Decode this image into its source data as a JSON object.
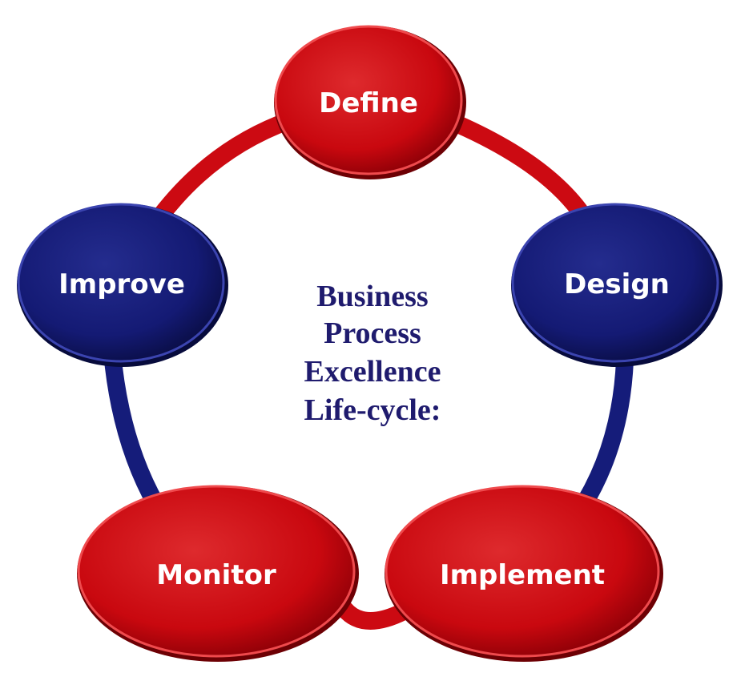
{
  "diagram": {
    "title_lines": [
      "Business",
      "Process",
      "Excellence",
      "Life-cycle:"
    ],
    "nodes": [
      {
        "id": "define",
        "label": "Define",
        "color": "red"
      },
      {
        "id": "design",
        "label": "Design",
        "color": "blue"
      },
      {
        "id": "implement",
        "label": "Implement",
        "color": "red"
      },
      {
        "id": "monitor",
        "label": "Monitor",
        "color": "red"
      },
      {
        "id": "improve",
        "label": "Improve",
        "color": "blue"
      }
    ],
    "colors": {
      "red": "#cc0a12",
      "red_dark": "#6d0004",
      "red_light": "#ef4a4d",
      "blue": "#151c7a",
      "blue_dark": "#070b3c",
      "blue_light": "#3b44b0",
      "title_text": "#1f1b6e"
    }
  }
}
